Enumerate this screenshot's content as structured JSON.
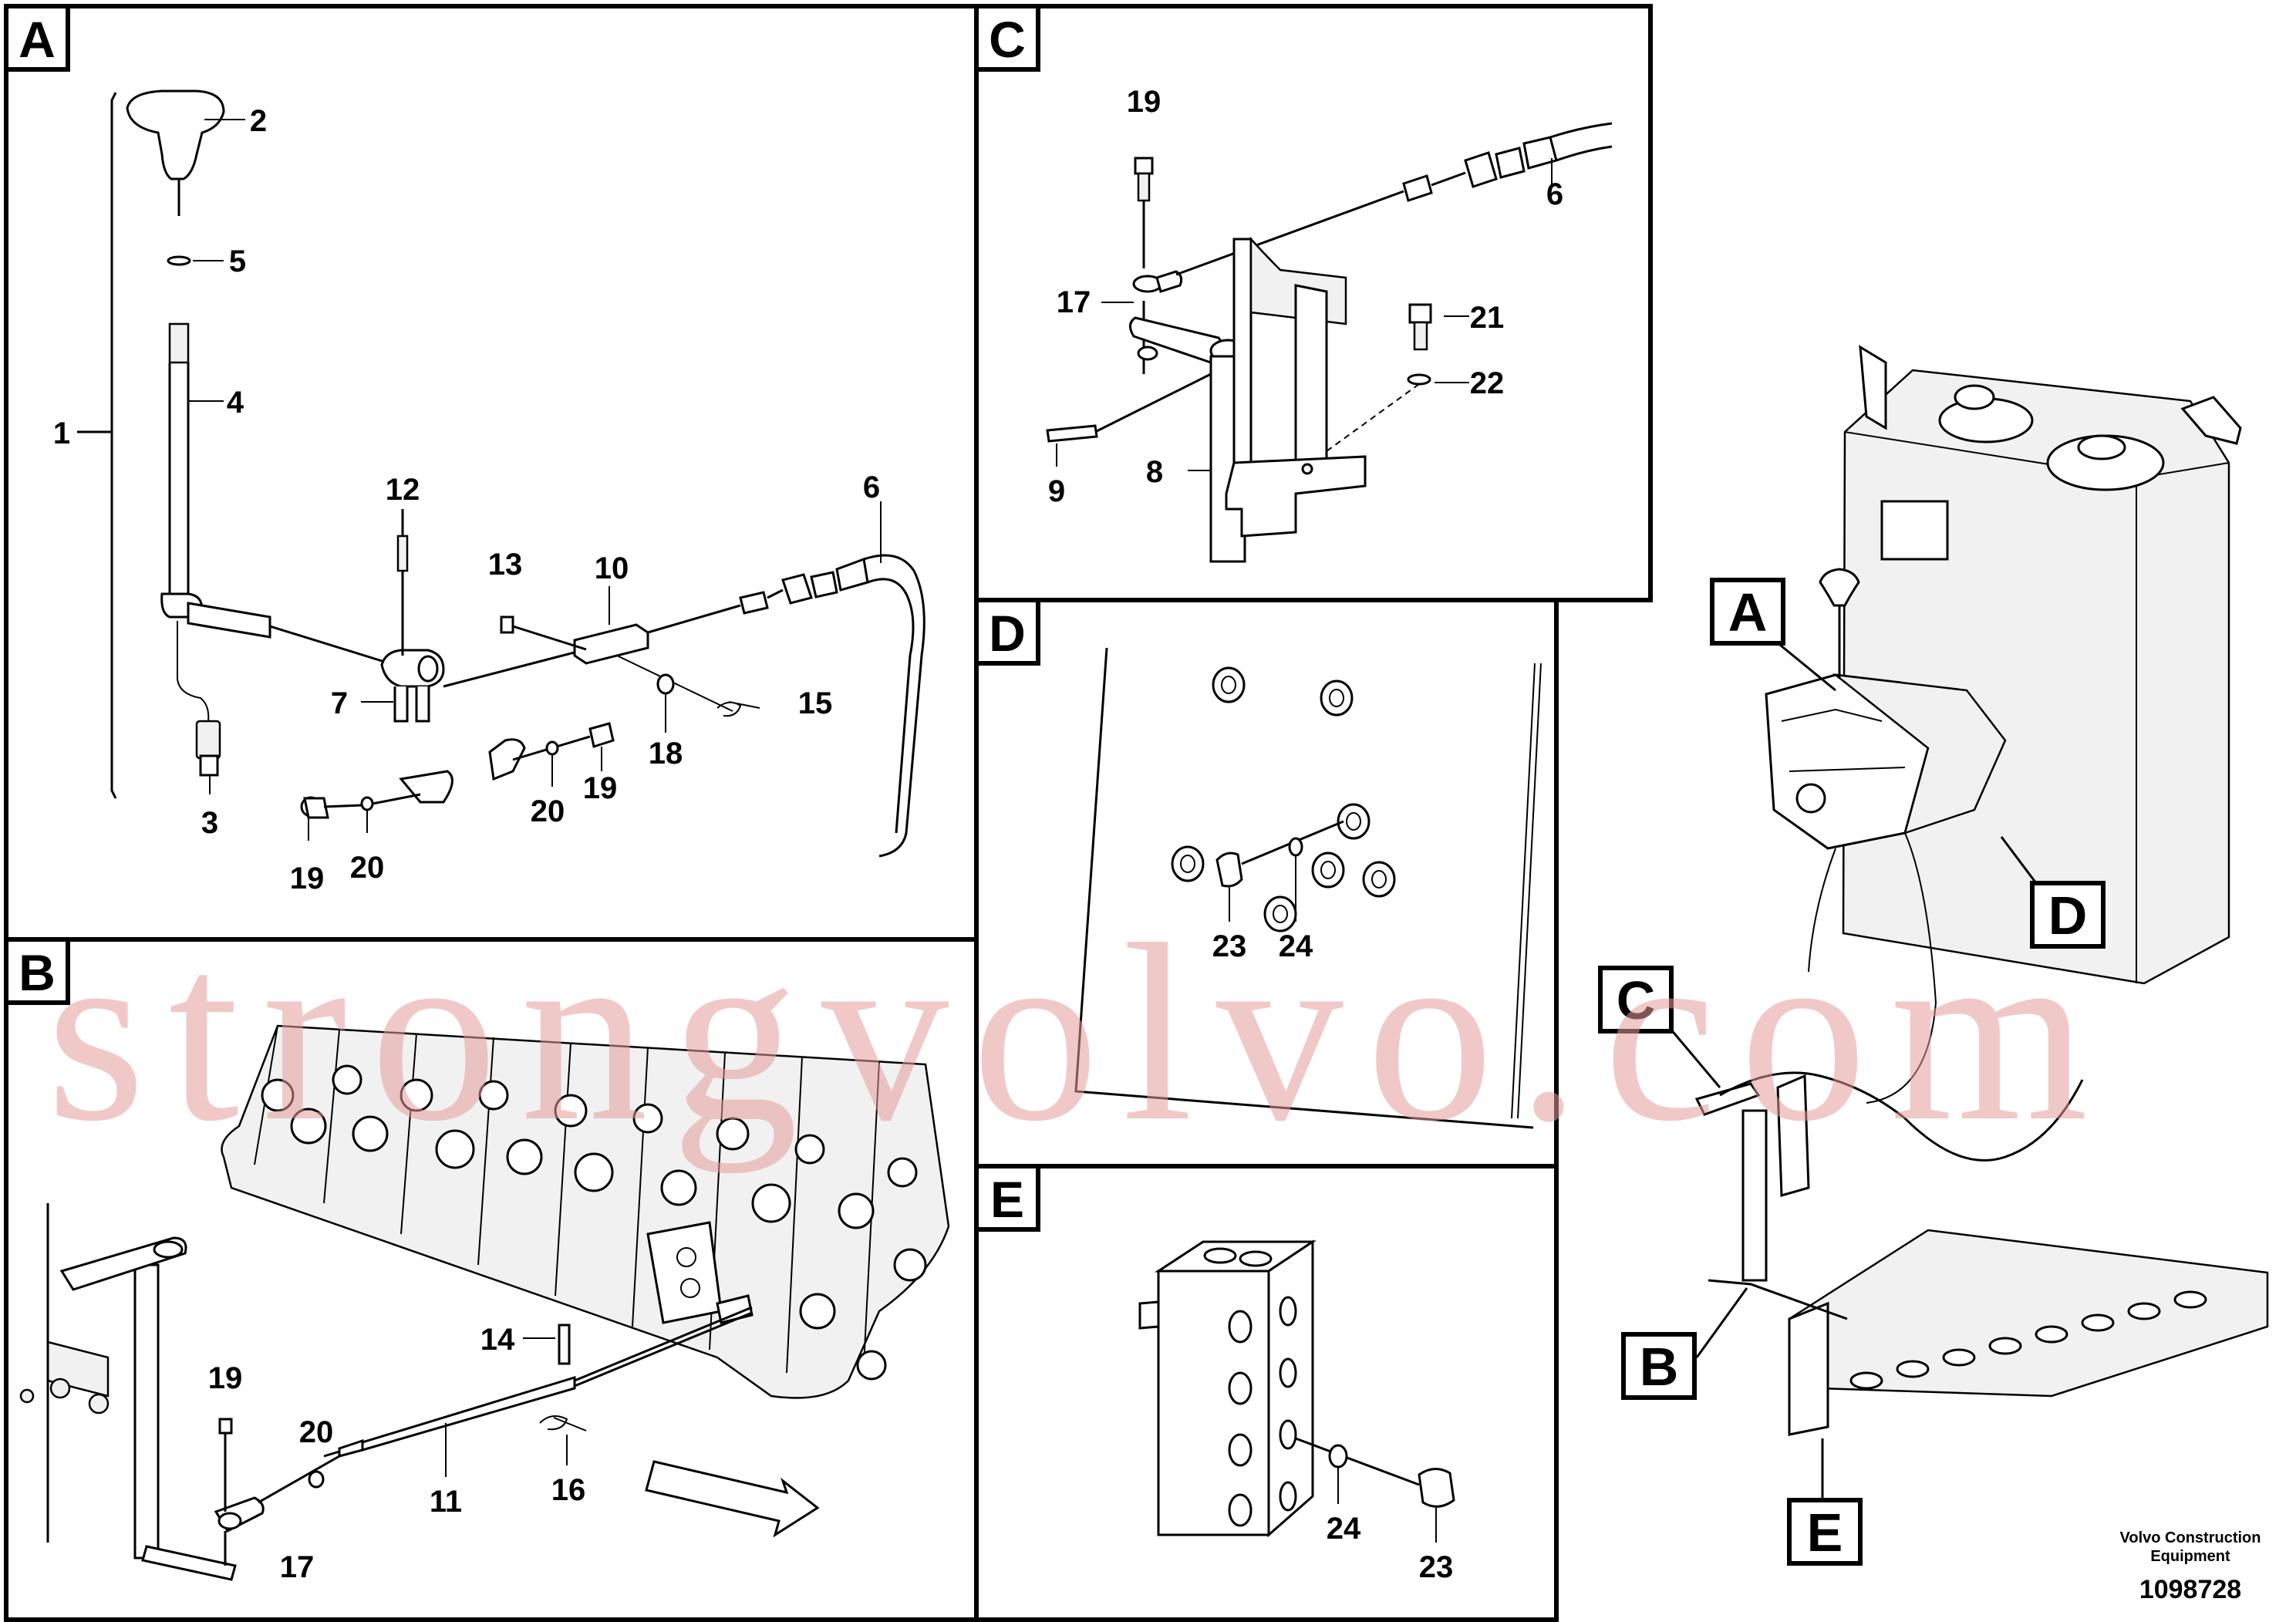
{
  "panels": {
    "A": {
      "letter": "A"
    },
    "B": {
      "letter": "B"
    },
    "C": {
      "letter": "C"
    },
    "D": {
      "letter": "D"
    },
    "E": {
      "letter": "E"
    }
  },
  "overview_callouts": {
    "A": "A",
    "B": "B",
    "C": "C",
    "D": "D",
    "E": "E"
  },
  "labels": {
    "a_1": "1",
    "a_2": "2",
    "a_3": "3",
    "a_4": "4",
    "a_5": "5",
    "a_6": "6",
    "a_7": "7",
    "a_10": "10",
    "a_12": "12",
    "a_13": "13",
    "a_15": "15",
    "a_18": "18",
    "a_19a": "19",
    "a_19b": "19",
    "a_20a": "20",
    "a_20b": "20",
    "b_11": "11",
    "b_14": "14",
    "b_16": "16",
    "b_17": "17",
    "b_19": "19",
    "b_20": "20",
    "c_6": "6",
    "c_8": "8",
    "c_9": "9",
    "c_17": "17",
    "c_19": "19",
    "c_21": "21",
    "c_22": "22",
    "d_23": "23",
    "d_24": "24",
    "e_23": "23",
    "e_24": "24"
  },
  "watermark": "strongvolvo.com",
  "credit": {
    "line1": "Volvo Construction",
    "line2": "Equipment",
    "number": "1098728"
  }
}
